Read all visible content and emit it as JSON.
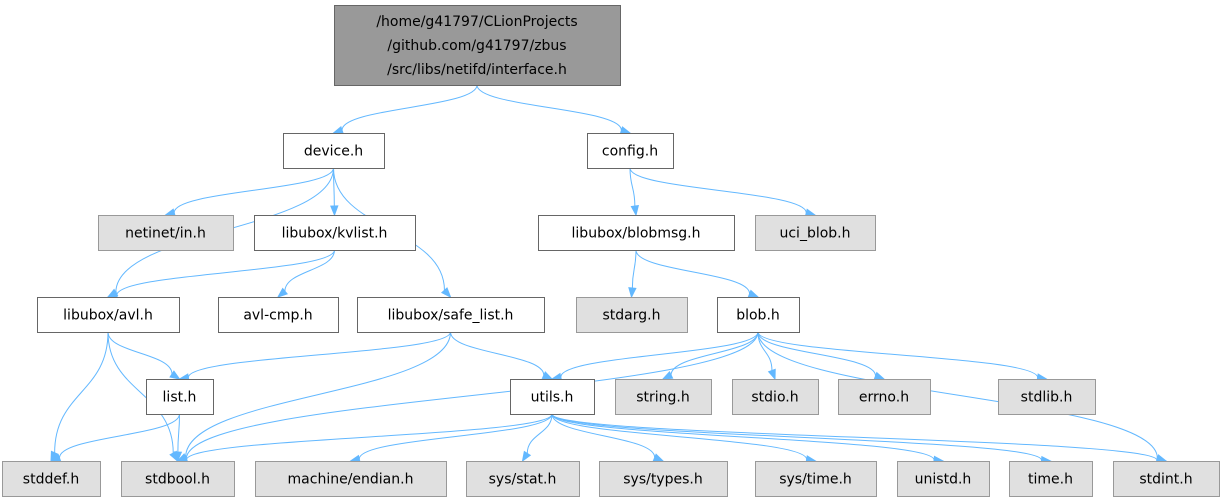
{
  "colors": {
    "root_fill": "#999999",
    "root_stroke": "#666666",
    "local_fill": "#ffffff",
    "local_stroke": "#666666",
    "external_fill": "#e0e0e0",
    "external_stroke": "#999999",
    "edge": "#63b8ff",
    "text": "#000000"
  },
  "graph": {
    "nodes": [
      {
        "id": "interface",
        "kind": "root",
        "lines": [
          "/home/g41797/CLionProjects",
          "/github.com/g41797/zbus",
          "/src/libs/netifd/interface.h"
        ]
      },
      {
        "id": "device",
        "kind": "local",
        "lines": [
          "device.h"
        ]
      },
      {
        "id": "config",
        "kind": "local",
        "lines": [
          "config.h"
        ]
      },
      {
        "id": "netinet_in",
        "kind": "external",
        "lines": [
          "netinet/in.h"
        ]
      },
      {
        "id": "kvlist",
        "kind": "local",
        "lines": [
          "libubox/kvlist.h"
        ]
      },
      {
        "id": "blobmsg",
        "kind": "local",
        "lines": [
          "libubox/blobmsg.h"
        ]
      },
      {
        "id": "uci_blob",
        "kind": "external",
        "lines": [
          "uci_blob.h"
        ]
      },
      {
        "id": "avl",
        "kind": "local",
        "lines": [
          "libubox/avl.h"
        ]
      },
      {
        "id": "avl_cmp",
        "kind": "local",
        "lines": [
          "avl-cmp.h"
        ]
      },
      {
        "id": "safe_list",
        "kind": "local",
        "lines": [
          "libubox/safe_list.h"
        ]
      },
      {
        "id": "stdarg",
        "kind": "external",
        "lines": [
          "stdarg.h"
        ]
      },
      {
        "id": "blob",
        "kind": "local",
        "lines": [
          "blob.h"
        ]
      },
      {
        "id": "list",
        "kind": "local",
        "lines": [
          "list.h"
        ]
      },
      {
        "id": "utils",
        "kind": "local",
        "lines": [
          "utils.h"
        ]
      },
      {
        "id": "string",
        "kind": "external",
        "lines": [
          "string.h"
        ]
      },
      {
        "id": "stdio",
        "kind": "external",
        "lines": [
          "stdio.h"
        ]
      },
      {
        "id": "errno",
        "kind": "external",
        "lines": [
          "errno.h"
        ]
      },
      {
        "id": "stdlib",
        "kind": "external",
        "lines": [
          "stdlib.h"
        ]
      },
      {
        "id": "stddef",
        "kind": "external",
        "lines": [
          "stddef.h"
        ]
      },
      {
        "id": "stdbool",
        "kind": "external",
        "lines": [
          "stdbool.h"
        ]
      },
      {
        "id": "machine_endian",
        "kind": "external",
        "lines": [
          "machine/endian.h"
        ]
      },
      {
        "id": "sys_stat",
        "kind": "external",
        "lines": [
          "sys/stat.h"
        ]
      },
      {
        "id": "sys_types",
        "kind": "external",
        "lines": [
          "sys/types.h"
        ]
      },
      {
        "id": "sys_time",
        "kind": "external",
        "lines": [
          "sys/time.h"
        ]
      },
      {
        "id": "unistd",
        "kind": "external",
        "lines": [
          "unistd.h"
        ]
      },
      {
        "id": "time",
        "kind": "external",
        "lines": [
          "time.h"
        ]
      },
      {
        "id": "stdint",
        "kind": "external",
        "lines": [
          "stdint.h"
        ]
      }
    ],
    "edges": [
      [
        "interface",
        "device"
      ],
      [
        "interface",
        "config"
      ],
      [
        "device",
        "avl"
      ],
      [
        "device",
        "netinet_in"
      ],
      [
        "device",
        "kvlist"
      ],
      [
        "device",
        "safe_list"
      ],
      [
        "config",
        "blobmsg"
      ],
      [
        "config",
        "uci_blob"
      ],
      [
        "kvlist",
        "avl"
      ],
      [
        "kvlist",
        "avl_cmp"
      ],
      [
        "blobmsg",
        "stdarg"
      ],
      [
        "blobmsg",
        "blob"
      ],
      [
        "avl",
        "list"
      ],
      [
        "avl",
        "stddef"
      ],
      [
        "avl",
        "stdbool"
      ],
      [
        "safe_list",
        "list"
      ],
      [
        "safe_list",
        "stdbool"
      ],
      [
        "safe_list",
        "utils"
      ],
      [
        "blob",
        "stdbool"
      ],
      [
        "blob",
        "utils"
      ],
      [
        "blob",
        "string"
      ],
      [
        "blob",
        "stdio"
      ],
      [
        "blob",
        "errno"
      ],
      [
        "blob",
        "stdlib"
      ],
      [
        "blob",
        "stdint"
      ],
      [
        "list",
        "stddef"
      ],
      [
        "list",
        "stdbool"
      ],
      [
        "utils",
        "stdbool"
      ],
      [
        "utils",
        "machine_endian"
      ],
      [
        "utils",
        "sys_stat"
      ],
      [
        "utils",
        "sys_types"
      ],
      [
        "utils",
        "sys_time"
      ],
      [
        "utils",
        "unistd"
      ],
      [
        "utils",
        "time"
      ],
      [
        "utils",
        "stdint"
      ]
    ]
  }
}
